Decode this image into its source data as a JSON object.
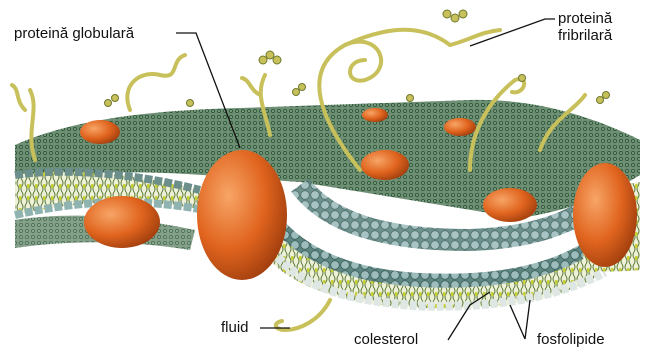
{
  "labels": {
    "globular_protein": "proteină globulară",
    "fibrillar_protein_line1": "proteină",
    "fibrillar_protein_line2": "fribrilară",
    "fluid": "fluid",
    "cholesterol": "colesterol",
    "phospholipids": "fosfolipide"
  },
  "colors": {
    "membrane_mesh": "#3f6a4a",
    "phospholipid_head": "#8fb3b0",
    "lipid_tail": "#c9d03a",
    "protein": "#e0641e",
    "protein_highlight": "#f59a55",
    "fiber": "#c8c05a"
  }
}
